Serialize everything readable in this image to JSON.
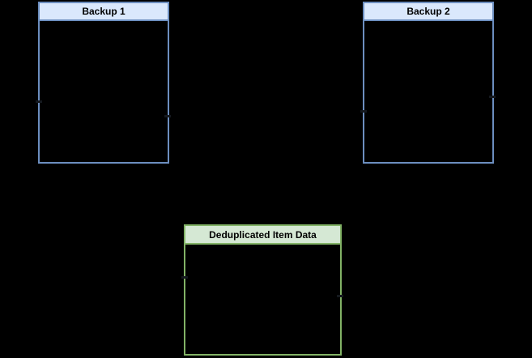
{
  "diagram": {
    "background_color": "#000000",
    "title_text_color": "#000000",
    "boxes": [
      {
        "id": "backup1",
        "title": "Backup 1",
        "header_fill": "#dae8fc",
        "border_color": "#6c8ebf",
        "body_fill": "transparent"
      },
      {
        "id": "backup2",
        "title": "Backup 2",
        "header_fill": "#dae8fc",
        "border_color": "#6c8ebf",
        "body_fill": "transparent"
      },
      {
        "id": "dedup",
        "title": "Deduplicated Item Data",
        "header_fill": "#d5e8d4",
        "border_color": "#82b366",
        "body_fill": "transparent"
      }
    ],
    "connector_ticks": {
      "color": "#15191f",
      "positions": [
        "backup1-left-border",
        "backup1-right-border",
        "backup2-left-border",
        "backup2-right-border",
        "dedup-left-border",
        "dedup-right-border"
      ]
    }
  }
}
